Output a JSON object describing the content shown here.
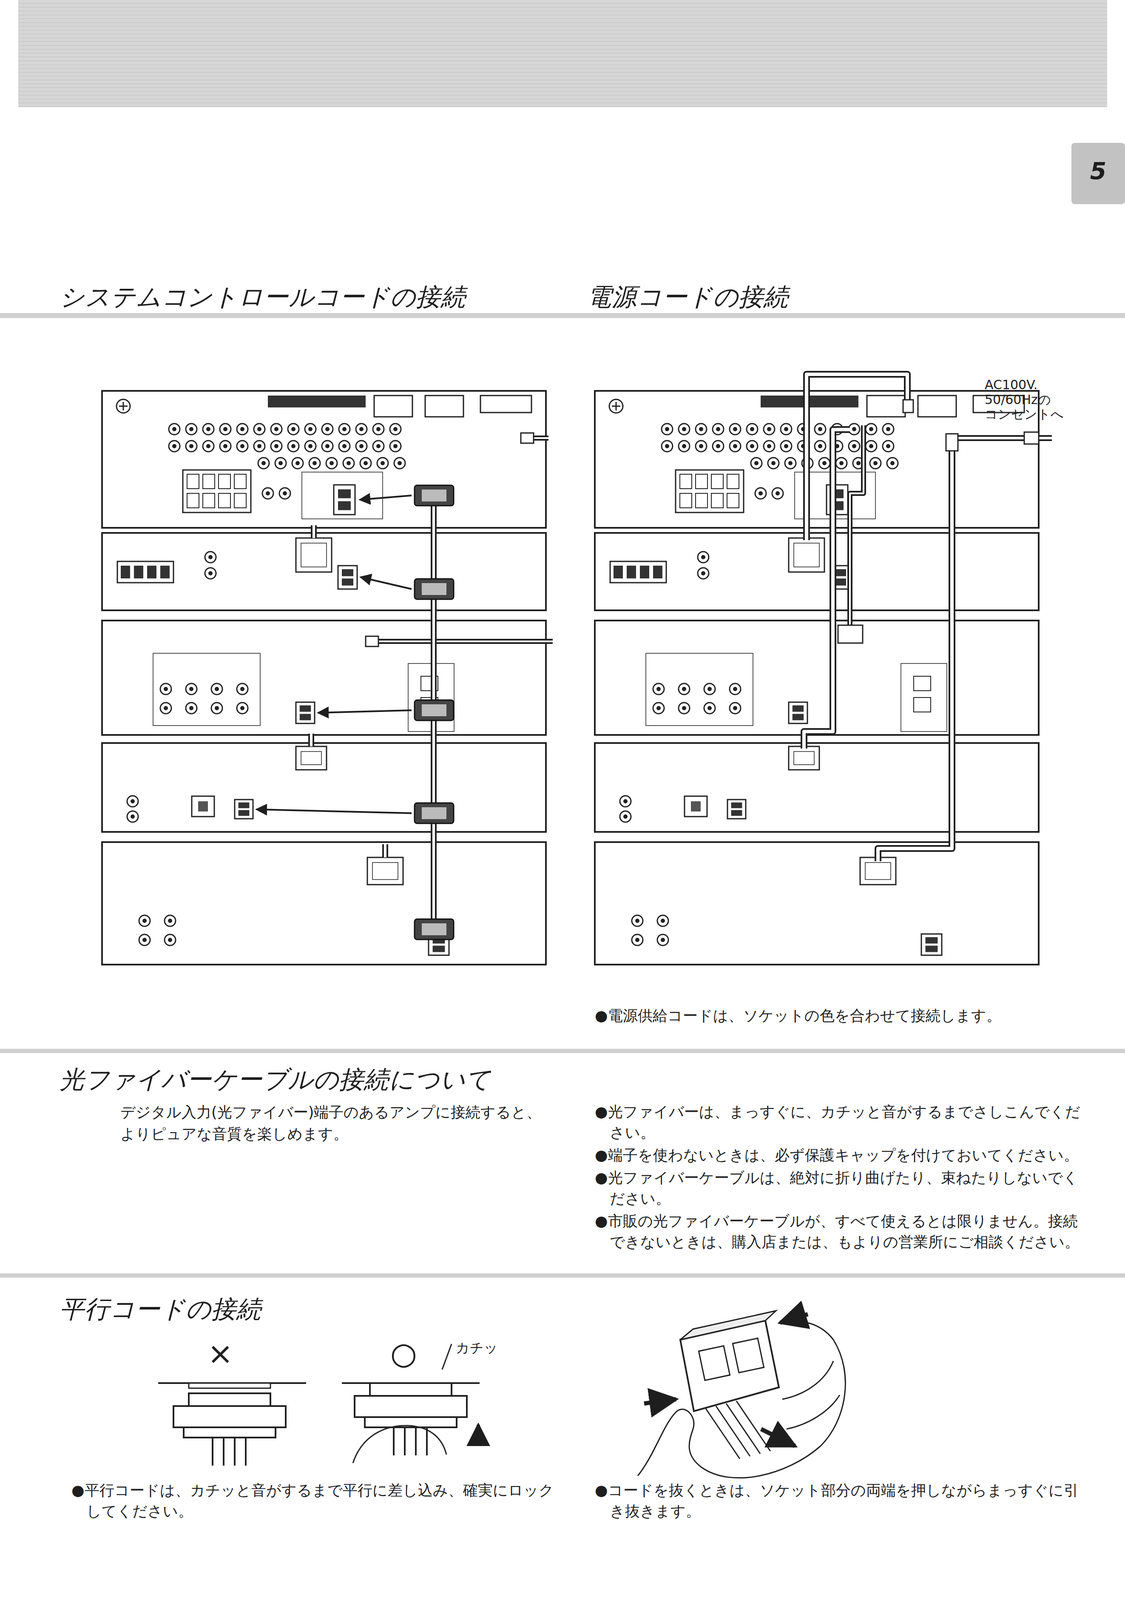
{
  "diagram": {
    "labels": [
      "5",
      "システムコントロールコードの接続",
      "電源コードの接続",
      "AC100V. 50/60Hzの コンセントへ",
      "●電源供給コードは、ソケットの色を合わせて接続します。",
      "光ファイバーケーブルの接続について",
      "デジタル入力(光ファイバー)端子のあるアンプに接続すると、よりピュアな音質を楽しめます。",
      "●光ファイバーは、まっすぐに、カチッと音がするまでさしこんでください。",
      "●端子を使わないときは、必ず保護キャップを付けておいてください。",
      "●光ファイバーケーブルは、絶対に折り曲げたり、束ねたりしないでください。",
      "●市販の光ファイバーケーブルが、すべて使えるとは限りません。接続できないときは、購入店または、もよりの営業所にご相談ください。",
      "平行コードの接続",
      "×",
      "○",
      "カチッ",
      "●平行コードは、カチッと音がするまで平行に差し込み、確実にロックしてください。",
      "●コードを抜くときは、ソケット部分の両端を押しながらまっすぐに引き抜きます。"
    ]
  }
}
